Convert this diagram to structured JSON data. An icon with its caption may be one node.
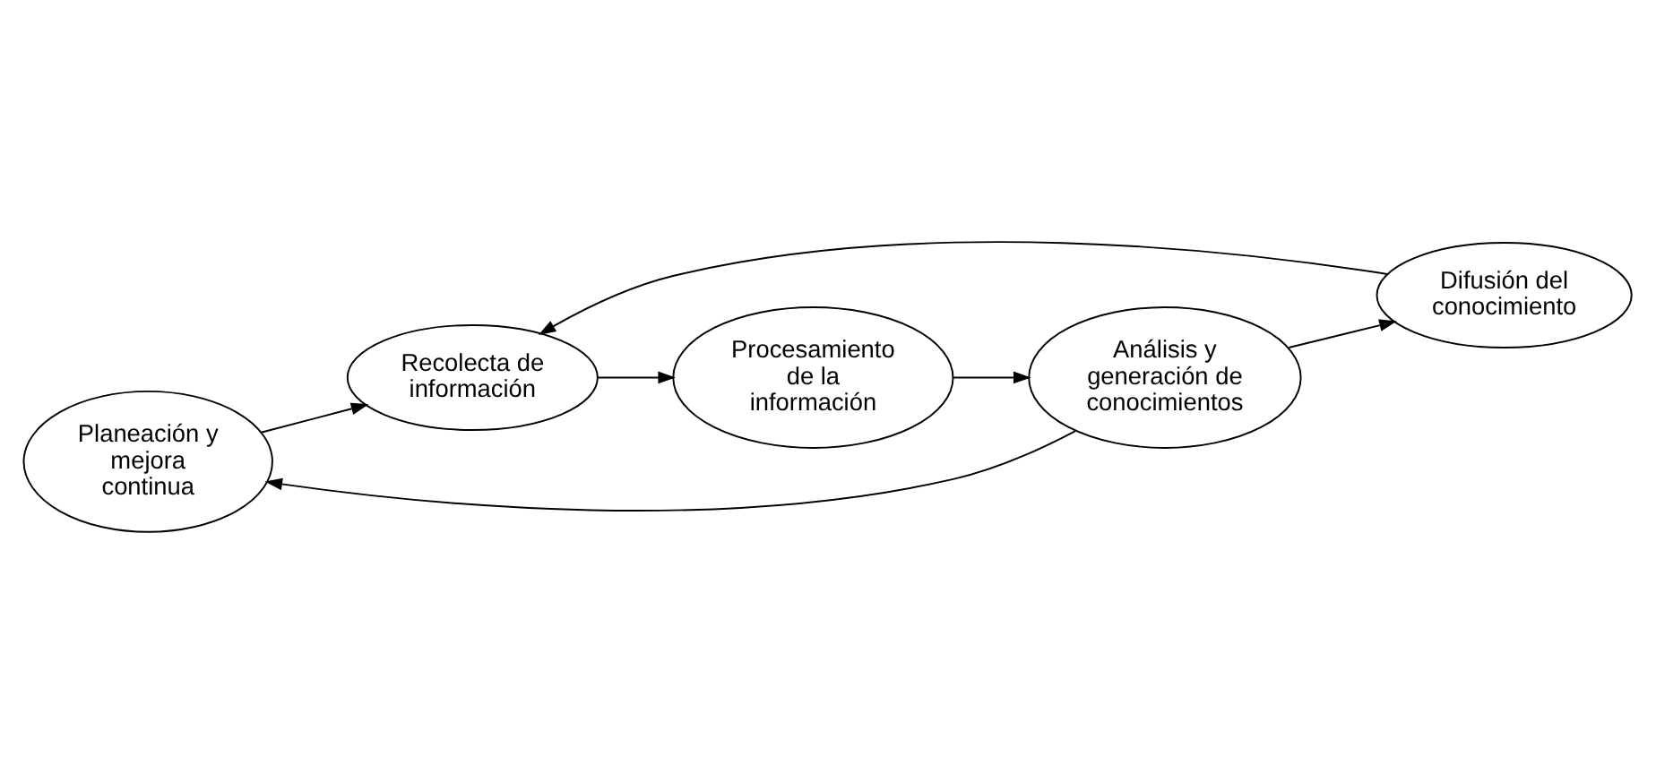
{
  "diagram": {
    "nodes": [
      {
        "text": [
          "Planeación y mejora continua"
        ]
      },
      {
        "text": [
          "Difusión del conocimiento"
        ]
      },
      {
        "text": [
          "Recolecta de información"
        ]
      },
      {
        "text": [
          "Procesamiento de la información"
        ]
      },
      {
        "text": [
          "Análisis y generación de conocimientos"
        ]
      }
    ],
    "edges": [
      {
        "from": 0,
        "to": 2,
        "arrow": "to"
      },
      {
        "from": 1,
        "to": 2,
        "arrow": "to"
      },
      {
        "from": 2,
        "to": 3,
        "arrow": "to"
      },
      {
        "from": 3,
        "to": 4,
        "arrow": "to"
      },
      {
        "from": 4,
        "to": 1,
        "arrow": "to"
      },
      {
        "from": 4,
        "to": 0,
        "arrow": "to"
      }
    ]
  }
}
